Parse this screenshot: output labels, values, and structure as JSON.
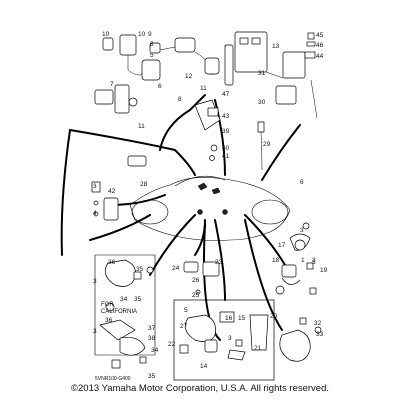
{
  "copyright": "©2013 Yamaha Motor Corporation, U.S.A. All rights reserved.",
  "diagram_code": "5VNR100-G400",
  "california_label": [
    "FOR",
    "CALIFORNIA"
  ],
  "part_numbers": {
    "p1": "1",
    "p2": "2",
    "p3": "3",
    "p4": "4",
    "p5": "5",
    "p6": "6",
    "p7": "7",
    "p8": "8",
    "p9": "9",
    "p10": "10",
    "p11": "11",
    "p12": "12",
    "p13": "13",
    "p14": "14",
    "p15": "15",
    "p16": "16",
    "p17": "17",
    "p18": "18",
    "p19": "19",
    "p20": "20",
    "p21": "21",
    "p22": "22",
    "p23": "23",
    "p24": "24",
    "p25": "25",
    "p26": "26",
    "p27": "27",
    "p28": "28",
    "p29": "29",
    "p30": "30",
    "p31": "31",
    "p32": "32",
    "p33": "33",
    "p34": "34",
    "p35": "35",
    "p36": "36",
    "p37": "37",
    "p38": "38",
    "p39": "39",
    "p40": "40",
    "p41": "41",
    "p42": "42",
    "p43": "43",
    "p44": "44",
    "p45": "45",
    "p46": "46",
    "p47": "47"
  }
}
